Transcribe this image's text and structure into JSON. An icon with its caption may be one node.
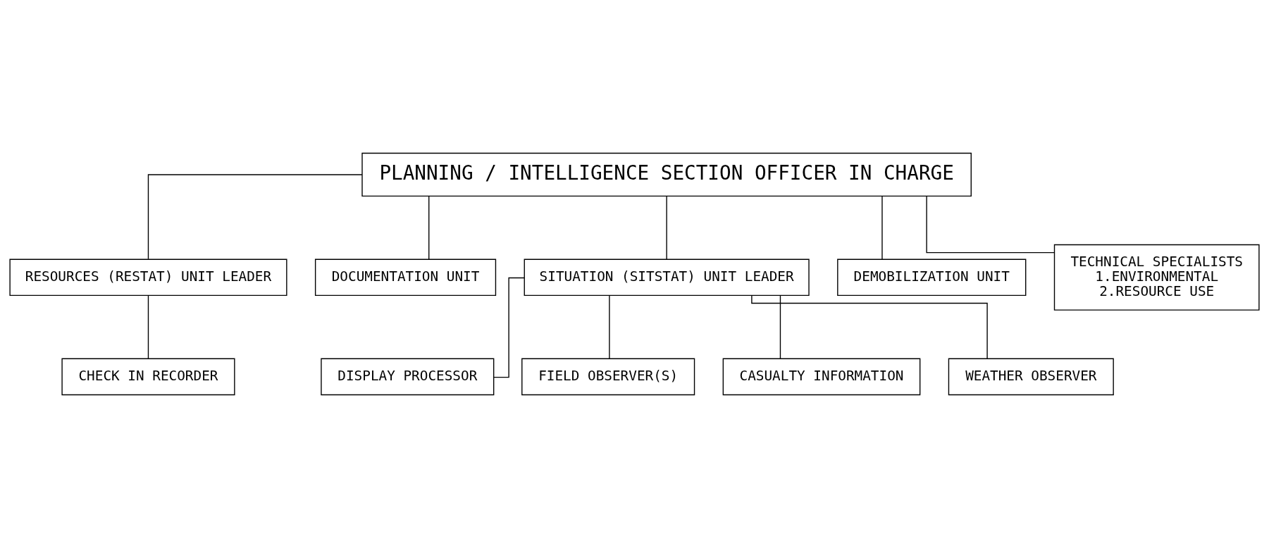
{
  "diagram": {
    "nodes": [
      {
        "text": [
          "PLANNING / INTELLIGENCE SECTION OFFICER IN CHARGE"
        ]
      },
      {
        "text": [
          "RESOURCES (RESTAT) UNIT LEADER"
        ]
      },
      {
        "text": [
          "DOCUMENTATION UNIT"
        ]
      },
      {
        "text": [
          "SITUATION (SITSTAT) UNIT LEADER"
        ]
      },
      {
        "text": [
          "DEMOBILIZATION UNIT"
        ]
      },
      {
        "text": [
          "TECHNICAL SPECIALISTS",
          "1.ENVIRONMENTAL",
          "2.RESOURCE USE"
        ]
      },
      {
        "text": [
          "CHECK IN RECORDER"
        ]
      },
      {
        "text": [
          "DISPLAY PROCESSOR"
        ]
      },
      {
        "text": [
          "FIELD OBSERVER(S)"
        ]
      },
      {
        "text": [
          "CASUALTY INFORMATION"
        ]
      },
      {
        "text": [
          "WEATHER OBSERVER"
        ]
      }
    ],
    "edges": [
      {
        "from": 0,
        "to": 1,
        "arrow": "none"
      },
      {
        "from": 0,
        "to": 2,
        "arrow": "none"
      },
      {
        "from": 0,
        "to": 3,
        "arrow": "none"
      },
      {
        "from": 0,
        "to": 4,
        "arrow": "none"
      },
      {
        "from": 0,
        "to": 5,
        "arrow": "none"
      },
      {
        "from": 1,
        "to": 6,
        "arrow": "none"
      },
      {
        "from": 3,
        "to": 7,
        "arrow": "none"
      },
      {
        "from": 3,
        "to": 8,
        "arrow": "none"
      },
      {
        "from": 3,
        "to": 9,
        "arrow": "none"
      },
      {
        "from": 3,
        "to": 10,
        "arrow": "none"
      }
    ]
  }
}
